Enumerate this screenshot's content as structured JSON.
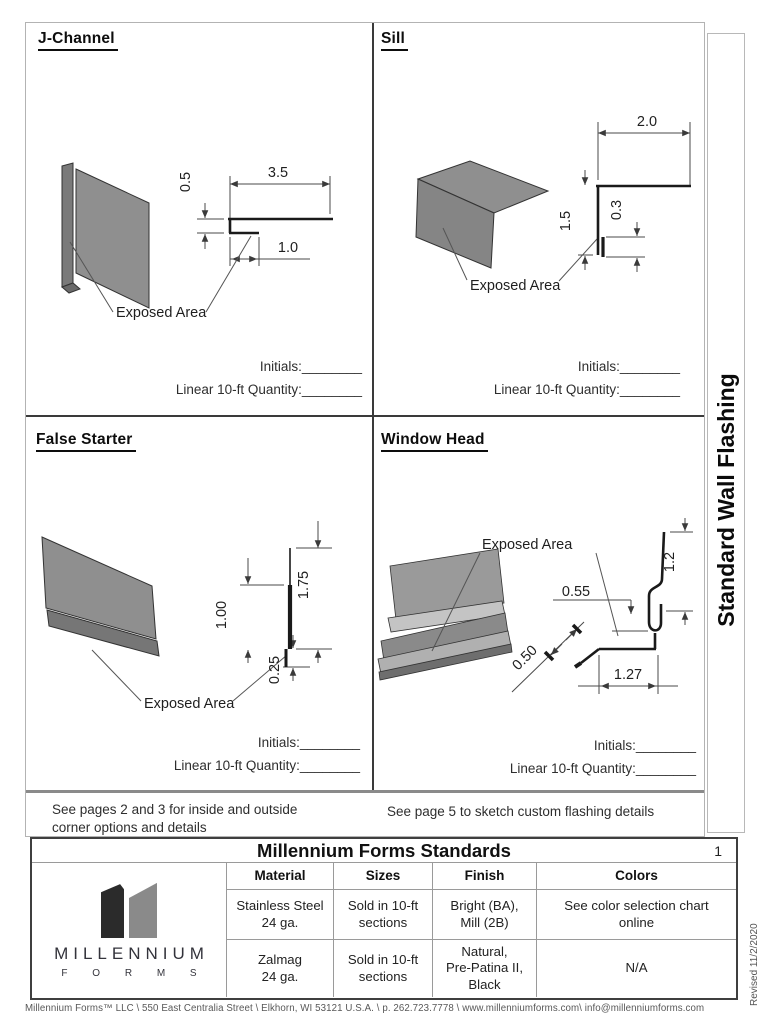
{
  "side": {
    "vertical_title": "Standard Wall Flashing",
    "revised": "Revised 11/2/2020"
  },
  "sign_off": {
    "initials": "Initials:________",
    "quantity": "Linear 10-ft Quantity:________"
  },
  "drawings": {
    "j_channel": {
      "title": "J-Channel",
      "exposed": "Exposed Area",
      "dim_width": "3.5",
      "dim_face": "0.5",
      "dim_return": "1.0"
    },
    "sill": {
      "title": "Sill",
      "exposed": "Exposed Area",
      "dim_top": "2.0",
      "dim_face": "1.5",
      "dim_hem": "0.3"
    },
    "false_starter": {
      "title": "False Starter",
      "exposed": "Exposed Area",
      "dim_exposed": "1.00",
      "dim_total": "1.75",
      "dim_hem": "0.25"
    },
    "window_head": {
      "title": "Window Head",
      "exposed": "Exposed Area",
      "dim_hook": "0.55",
      "dim_kick": "0.50",
      "dim_bottom": "1.27",
      "dim_top": "1.2"
    }
  },
  "notes": {
    "left": "See pages 2 and 3 for inside and outside\ncorner options and details",
    "right": "See page 5 to sketch custom flashing details"
  },
  "table": {
    "title": "Millennium Forms Standards",
    "page_number": "1",
    "logo": {
      "line1": "MILLENNIUM",
      "line2": "F O R M S"
    },
    "headers": [
      "Material",
      "Sizes",
      "Finish",
      "Colors"
    ],
    "rows": [
      {
        "cells": [
          "Stainless Steel\n24 ga.",
          "Sold in 10-ft\nsections",
          "Bright (BA),\nMill (2B)",
          "See color selection chart\nonline"
        ]
      },
      {
        "cells": [
          "Zalmag\n24 ga.",
          "Sold in 10-ft\nsections",
          "Natural,\nPre-Patina II,\nBlack",
          "N/A"
        ]
      }
    ]
  },
  "footer": "Millennium Forms™ LLC \\ 550 East Centralia Street \\ Elkhorn, WI 53121 U.S.A. \\ p. 262.723.7778 \\ www.millenniumforms.com\\ info@millenniumforms.com"
}
